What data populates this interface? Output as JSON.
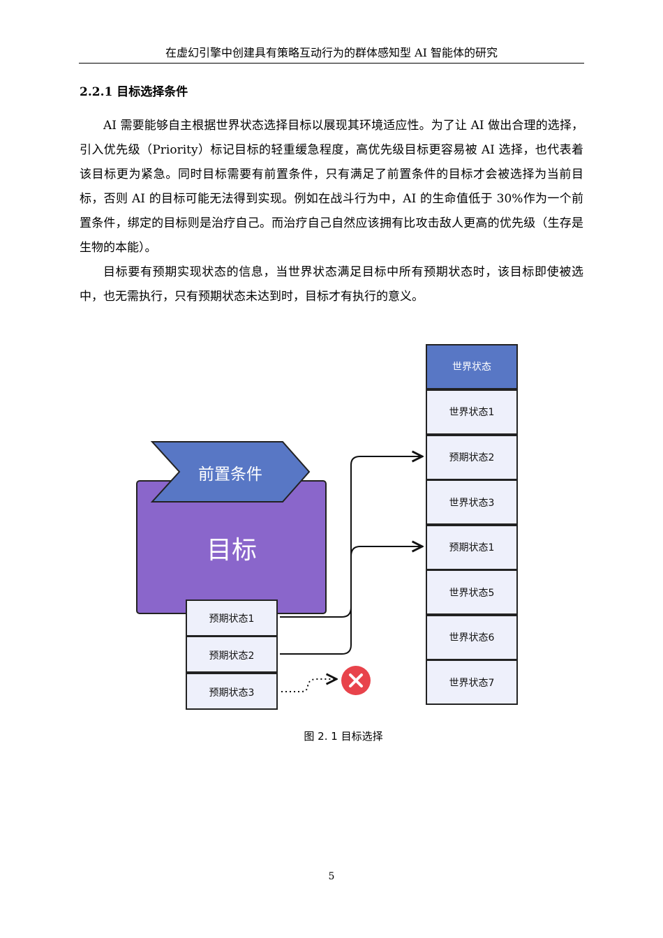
{
  "header": {
    "running_title": "在虚幻引擎中创建具有策略互动行为的群体感知型 AI 智能体的研究"
  },
  "section": {
    "heading": "2.2.1 目标选择条件",
    "paragraphs": [
      "AI 需要能够自主根据世界状态选择目标以展现其环境适应性。为了让 AI 做出合理的选择，引入优先级（Priority）标记目标的轻重缓急程度，高优先级目标更容易被 AI 选择，也代表着该目标更为紧急。同时目标需要有前置条件，只有满足了前置条件的目标才会被选择为当前目标，否则 AI 的目标可能无法得到实现。例如在战斗行为中，AI 的生命值低于 30%作为一个前置条件，绑定的目标则是治疗自己。而治疗自己自然应该拥有比攻击敌人更高的优先级（生存是生物的本能）。",
      "目标要有预期实现状态的信息，当世界状态满足目标中所有预期状态时，该目标即使被选中，也无需执行，只有预期状态未达到时，目标才有执行的意义。"
    ]
  },
  "figure": {
    "goal_label": "目标",
    "precondition_label": "前置条件",
    "expected_states": [
      "预期状态1",
      "预期状态2",
      "预期状态3"
    ],
    "world_state_header": "世界状态",
    "world_state_items": [
      "世界状态1",
      "预期状态2",
      "世界状态3",
      "预期状态1",
      "世界状态5",
      "世界状态6",
      "世界状态7"
    ],
    "caption": "图 2. 1 目标选择",
    "colors": {
      "goal_fill": "#8a66cb",
      "precondition_fill": "#5877c5",
      "world_header_fill": "#5877c5",
      "cell_fill": "#eef0fb",
      "reject_fill": "#e8434b"
    }
  },
  "footer": {
    "page_number": "5"
  }
}
